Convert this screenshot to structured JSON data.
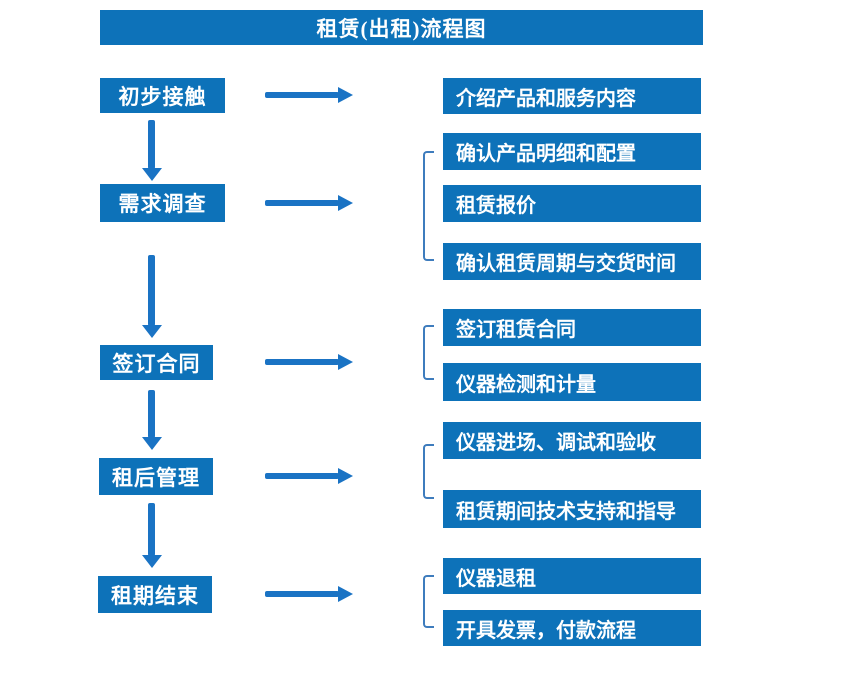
{
  "title": "租赁(出租)流程图",
  "colors": {
    "box_blue": "#0d72b9",
    "arrow_blue": "#1a73c4",
    "bracket_blue": "#3e7cbd",
    "text_white": "#ffffff",
    "bg": "#ffffff"
  },
  "flow": {
    "steps": [
      {
        "label": "初步接触",
        "details": [
          "介绍产品和服务内容"
        ]
      },
      {
        "label": "需求调查",
        "details": [
          "确认产品明细和配置",
          "租赁报价",
          "确认租赁周期与交货时间"
        ]
      },
      {
        "label": "签订合同",
        "details": [
          "签订租赁合同",
          "仪器检测和计量"
        ]
      },
      {
        "label": "租后管理",
        "details": [
          "仪器进场、调试和验收",
          "租赁期间技术支持和指导"
        ]
      },
      {
        "label": "租期结束",
        "details": [
          "仪器退租",
          "开具发票，付款流程"
        ]
      }
    ]
  }
}
